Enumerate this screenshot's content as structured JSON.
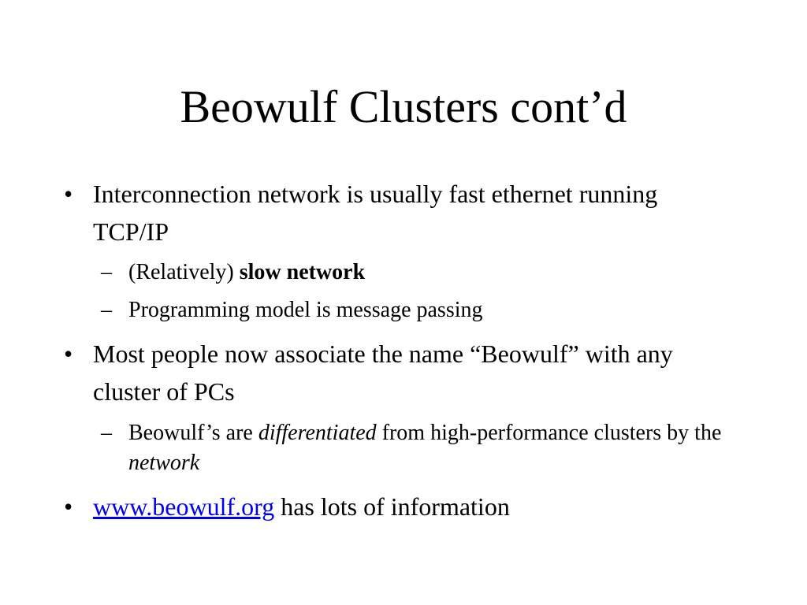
{
  "slide": {
    "title": "Beowulf Clusters cont’d",
    "bullet_marker": "•",
    "sub_marker": "–",
    "bullets": [
      {
        "text": "Interconnection network is usually fast ethernet running TCP/IP",
        "subs": [
          {
            "normal": "(Relatively) ",
            "bold": "slow network"
          },
          {
            "text": "Programming model is message passing"
          }
        ]
      },
      {
        "text": "Most people now associate the name “Beowulf” with any cluster of PCs",
        "subs": [
          {
            "part1": "Beowulf’s are ",
            "italic1": "differentiated",
            "part2": " from high-performance clusters by the ",
            "italic2": "network"
          }
        ]
      },
      {
        "link": "www.beowulf.org",
        "text": " has lots of information"
      }
    ]
  },
  "colors": {
    "text": "#000000",
    "link": "#0000ee",
    "background": "#ffffff"
  }
}
